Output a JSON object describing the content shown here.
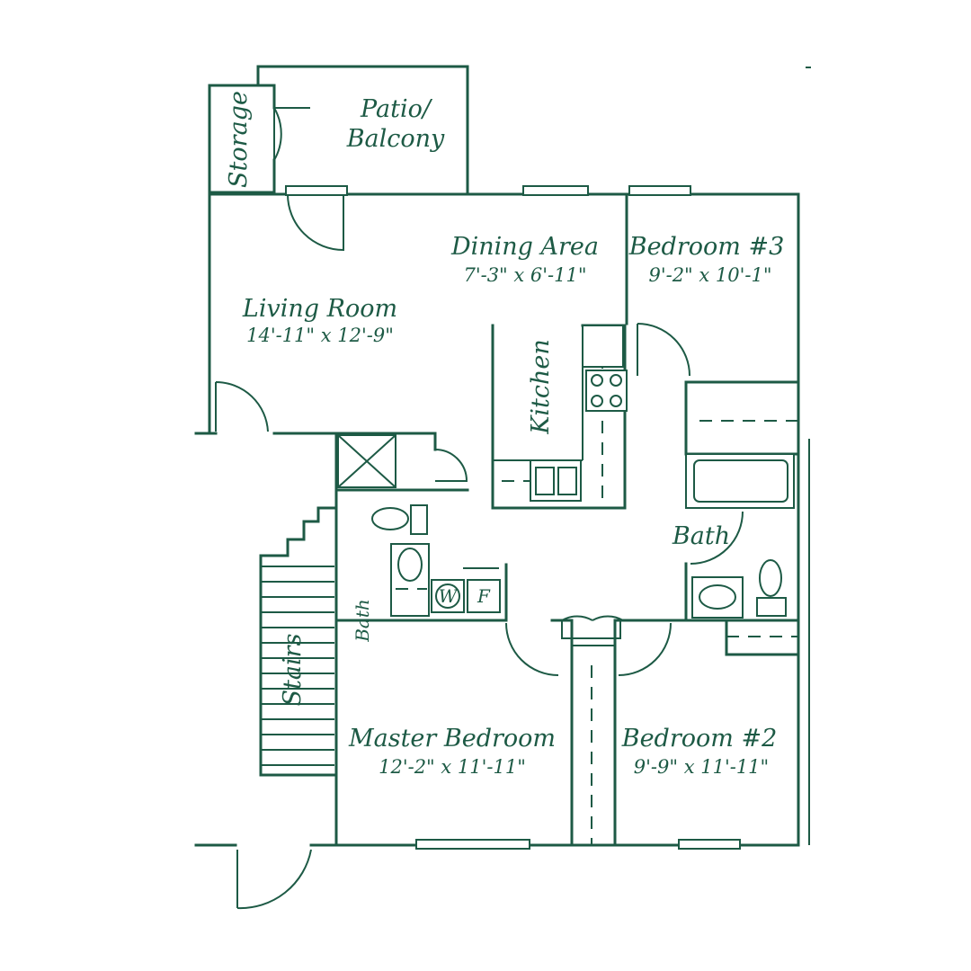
{
  "rooms": {
    "storage": "Storage",
    "patio_line1": "Patio/",
    "patio_line2": "Balcony",
    "dining": "Dining Area",
    "dining_dim": "7'-3\" x 6'-11\"",
    "bedroom3": "Bedroom #3",
    "bedroom3_dim": "9'-2\" x 10'-1\"",
    "living": "Living Room",
    "living_dim": "14'-11\" x 12'-9\"",
    "kitchen": "Kitchen",
    "bath_right": "Bath",
    "bath_left": "Bath",
    "stairs": "Stairs",
    "master": "Master Bedroom",
    "master_dim": "12'-2\" x 11'-11\"",
    "bedroom2": "Bedroom #2",
    "bedroom2_dim": "9'-9\" x 11'-11\""
  },
  "appliances": {
    "washer": "W",
    "furnace": "F"
  },
  "colors": {
    "line": "#1d5a45",
    "background": "#ffffff"
  }
}
